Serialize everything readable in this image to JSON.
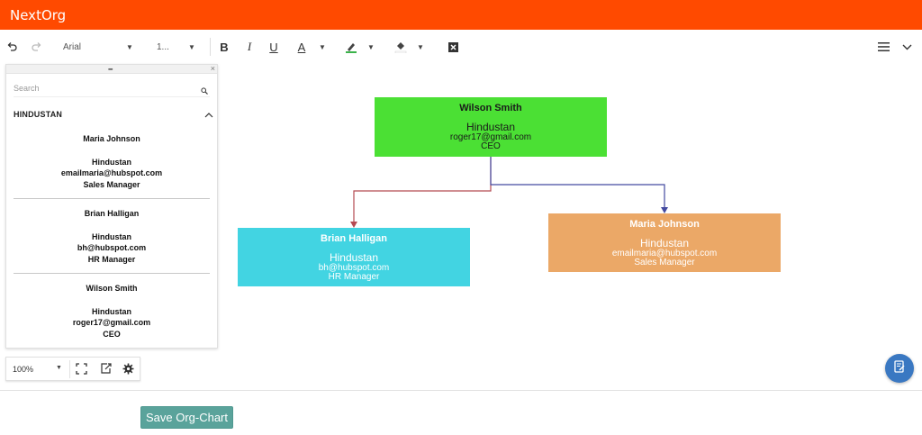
{
  "app": {
    "title": "NextOrg",
    "brand_color": "#ff4a00"
  },
  "toolbar": {
    "undo_icon": "undo-icon",
    "redo_icon": "redo-icon",
    "font_family": "Arial",
    "font_size": "1...",
    "bold_label": "B",
    "italic_label": "I",
    "underline_label": "U",
    "font_color_label": "A",
    "highlight_icon": "pen-icon",
    "fill_icon": "paint-bucket-icon",
    "clear_icon": "clear-format-icon",
    "menu_icon": "hamburger-icon",
    "collapse_icon": "chevron-down-icon"
  },
  "sidebar": {
    "search_placeholder": "Search",
    "group_title": "HINDUSTAN",
    "items": [
      {
        "name": "Maria Johnson",
        "branch": "Hindustan",
        "email": "emailmaria@hubspot.com",
        "role": "Sales Manager"
      },
      {
        "name": "Brian Halligan",
        "branch": "Hindustan",
        "email": "bh@hubspot.com",
        "role": "HR Manager"
      },
      {
        "name": "Wilson Smith",
        "branch": "Hindustan",
        "email": "roger17@gmail.com",
        "role": "CEO"
      }
    ]
  },
  "zoom": {
    "value": "100%"
  },
  "chart": {
    "nodes": [
      {
        "id": "wilson",
        "name": "Wilson Smith",
        "branch": "Hindustan",
        "email": "roger17@gmail.com",
        "role": "CEO",
        "color": "#4be034"
      },
      {
        "id": "brian",
        "name": "Brian Halligan",
        "branch": "Hindustan",
        "email": "bh@hubspot.com",
        "role": "HR Manager",
        "color": "#42d4e2"
      },
      {
        "id": "maria",
        "name": "Maria Johnson",
        "branch": "Hindustan",
        "email": "emailmaria@hubspot.com",
        "role": "Sales Manager",
        "color": "#eba867"
      }
    ],
    "edge_colors": {
      "to_brian": "#b54a52",
      "to_maria": "#434aa0"
    }
  },
  "save_button": {
    "label": "Save Org-Chart",
    "color": "#5aa39b"
  }
}
